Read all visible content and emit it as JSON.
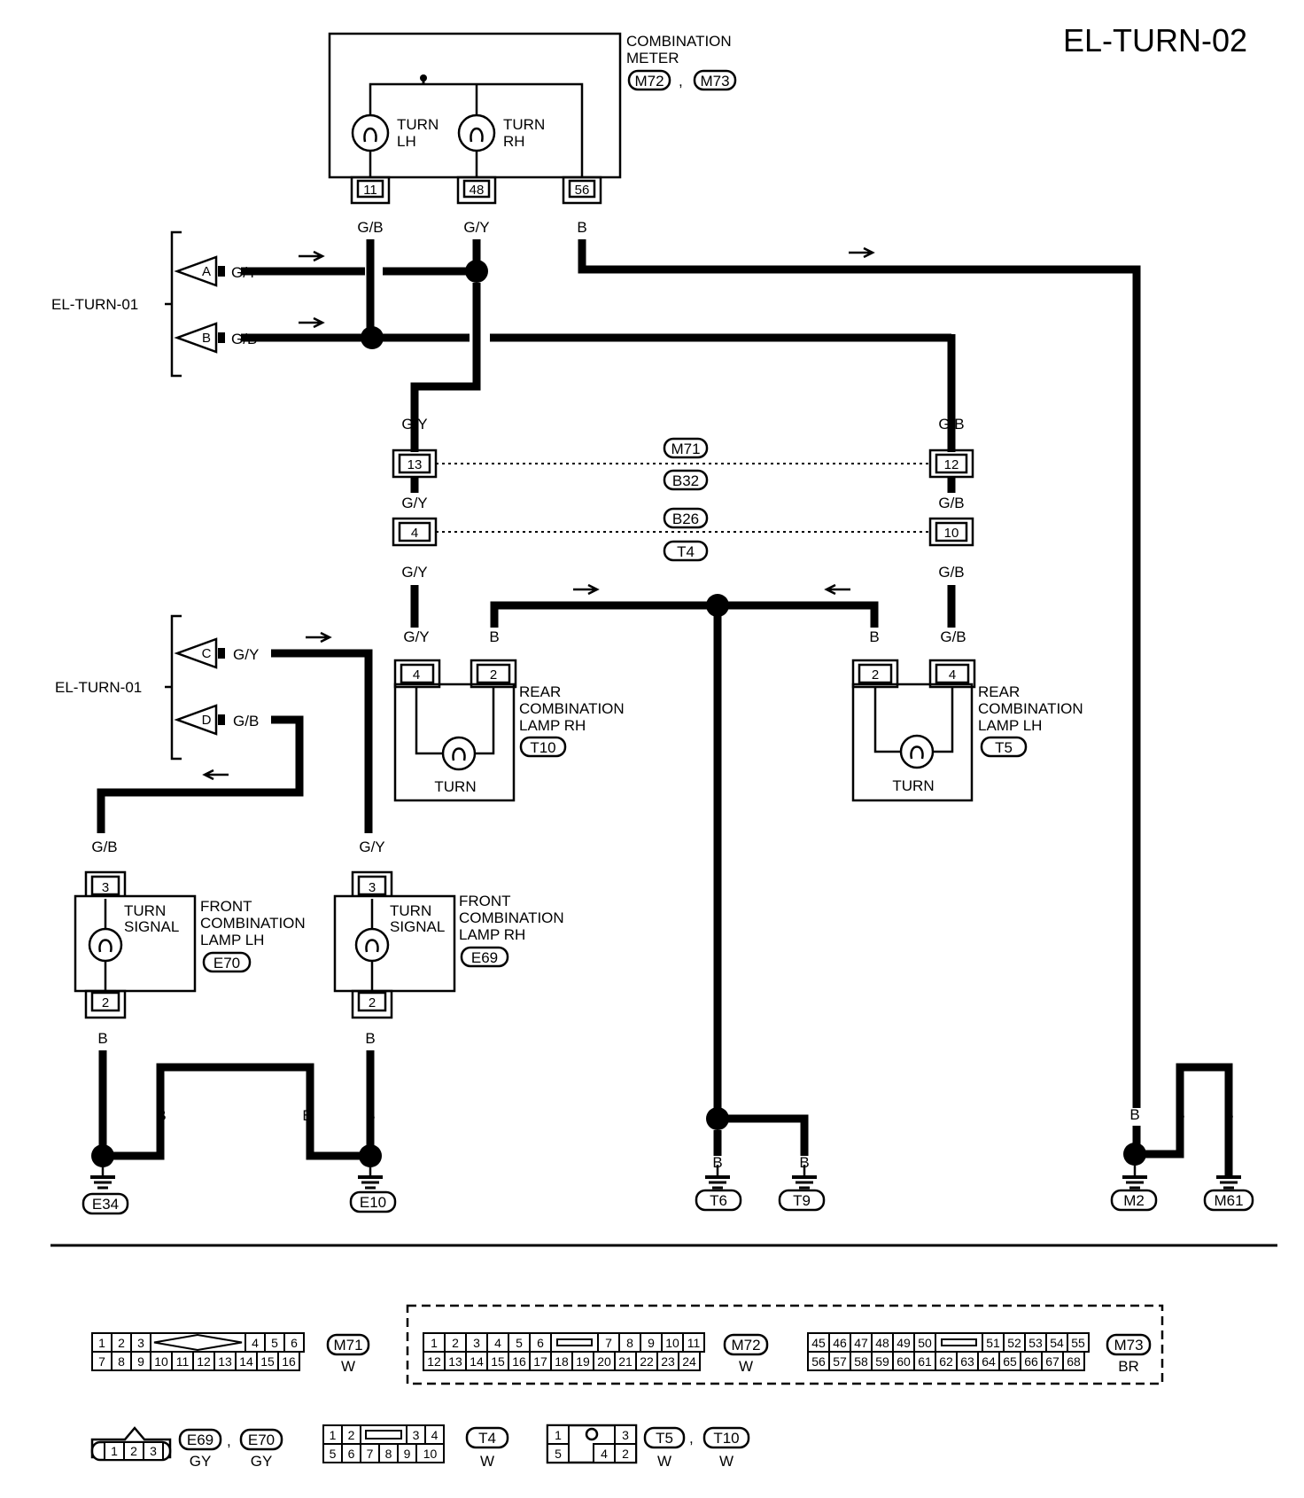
{
  "title": "EL-TURN-02",
  "combination_meter": {
    "name_line1": "COMBINATION",
    "name_line2": "METER",
    "connectors": [
      "M72",
      "M73"
    ],
    "sep": ",",
    "lamp_lh_line1": "TURN",
    "lamp_lh_line2": "LH",
    "lamp_rh_line1": "TURN",
    "lamp_rh_line2": "RH",
    "pins": [
      "11",
      "48",
      "56"
    ]
  },
  "refs": {
    "top": "EL-TURN-01",
    "bottom": "EL-TURN-01",
    "terms": [
      {
        "letter": "A",
        "wire": "G/Y"
      },
      {
        "letter": "B",
        "wire": "G/B"
      },
      {
        "letter": "C",
        "wire": "G/Y"
      },
      {
        "letter": "D",
        "wire": "G/B"
      }
    ]
  },
  "wire_colors": {
    "gb": "G/B",
    "gy": "G/Y",
    "b": "B"
  },
  "harness": {
    "row1": {
      "left_pin": "13",
      "right_pin": "12",
      "top_conn": "M71",
      "bottom_conn": "B32"
    },
    "row2": {
      "left_pin": "4",
      "right_pin": "10",
      "top_conn": "B26",
      "bottom_conn": "T4"
    }
  },
  "rear_rh": {
    "line1": "REAR",
    "line2": "COMBINATION",
    "line3": "LAMP RH",
    "conn": "T10",
    "pins": [
      "4",
      "2"
    ],
    "bulb": "TURN"
  },
  "rear_lh": {
    "line1": "REAR",
    "line2": "COMBINATION",
    "line3": "LAMP LH",
    "conn": "T5",
    "pins": [
      "2",
      "4"
    ],
    "bulb": "TURN"
  },
  "front_lh": {
    "line1": "FRONT",
    "line2": "COMBINATION",
    "line3": "LAMP LH",
    "conn": "E70",
    "pin_top": "3",
    "pin_bottom": "2",
    "bulb1": "TURN",
    "bulb2": "SIGNAL"
  },
  "front_rh": {
    "line1": "FRONT",
    "line2": "COMBINATION",
    "line3": "LAMP RH",
    "conn": "E69",
    "pin_top": "3",
    "pin_bottom": "2",
    "bulb1": "TURN",
    "bulb2": "SIGNAL"
  },
  "grounds": [
    "E34",
    "E10",
    "T6",
    "T9",
    "M2",
    "M61"
  ],
  "connector_views": {
    "m71": {
      "name": "M71",
      "color": "W",
      "row1": [
        "1",
        "2",
        "3",
        "4",
        "5",
        "6"
      ],
      "row2": [
        "7",
        "8",
        "9",
        "10",
        "11",
        "12",
        "13",
        "14",
        "15",
        "16"
      ]
    },
    "m72": {
      "name": "M72",
      "color": "W",
      "row1": [
        "1",
        "2",
        "3",
        "4",
        "5",
        "6",
        "7",
        "8",
        "9",
        "10",
        "11"
      ],
      "row2": [
        "12",
        "13",
        "14",
        "15",
        "16",
        "17",
        "18",
        "19",
        "20",
        "21",
        "22",
        "23",
        "24"
      ]
    },
    "m73": {
      "name": "M73",
      "color": "BR",
      "row1": [
        "45",
        "46",
        "47",
        "48",
        "49",
        "50",
        "51",
        "52",
        "53",
        "54",
        "55"
      ],
      "row2": [
        "56",
        "57",
        "58",
        "59",
        "60",
        "61",
        "62",
        "63",
        "64",
        "65",
        "66",
        "67",
        "68"
      ]
    },
    "e69e70": {
      "names": [
        "E69",
        "E70"
      ],
      "sep": ",",
      "colors": [
        "GY",
        "GY"
      ],
      "pins": [
        "1",
        "2",
        "3"
      ]
    },
    "t4": {
      "name": "T4",
      "color": "W",
      "row1": [
        "1",
        "2",
        "3",
        "4"
      ],
      "row2": [
        "5",
        "6",
        "7",
        "8",
        "9",
        "10"
      ]
    },
    "t5t10": {
      "names": [
        "T5",
        "T10"
      ],
      "sep": ",",
      "colors": [
        "W",
        "W"
      ],
      "row1": [
        "1",
        "3"
      ],
      "row2": [
        "5",
        "4",
        "2"
      ]
    }
  }
}
